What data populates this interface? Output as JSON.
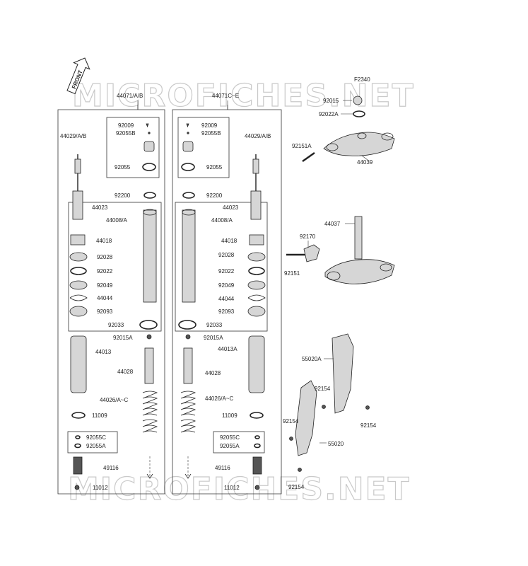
{
  "diagram_code": "F2340",
  "watermark": "MICROFICHES.NET",
  "front_badge": "FRONT",
  "left_fork": {
    "assembly": "44071/A/B",
    "box_items": [
      "92009",
      "92055B",
      "92055"
    ],
    "labels": [
      "44029/A/B",
      "44023",
      "44018",
      "92028",
      "92022",
      "92049",
      "44044",
      "92093",
      "92200",
      "44008/A",
      "92033",
      "92015A",
      "44013",
      "44028",
      "44026/A~C",
      "11009",
      "92055C",
      "92055A",
      "49116",
      "11012"
    ]
  },
  "right_fork": {
    "assembly": "44071C~E",
    "box_items": [
      "92009",
      "92055B",
      "92055"
    ],
    "labels": [
      "44029/A/B",
      "92200",
      "44023",
      "44008/A",
      "44018",
      "92028",
      "92022",
      "92049",
      "44044",
      "92093",
      "92033",
      "92015A",
      "44013A",
      "44028",
      "44026/A~C",
      "11009",
      "92055C",
      "92055A",
      "49116",
      "11012"
    ]
  },
  "upper_clamp": [
    "92015",
    "92022A",
    "92151A",
    "44039"
  ],
  "lower_clamp": [
    "44037",
    "92170",
    "92151"
  ],
  "fork_guard": [
    "55020A",
    "92154",
    "92154",
    "92154",
    "55020",
    "92154"
  ]
}
